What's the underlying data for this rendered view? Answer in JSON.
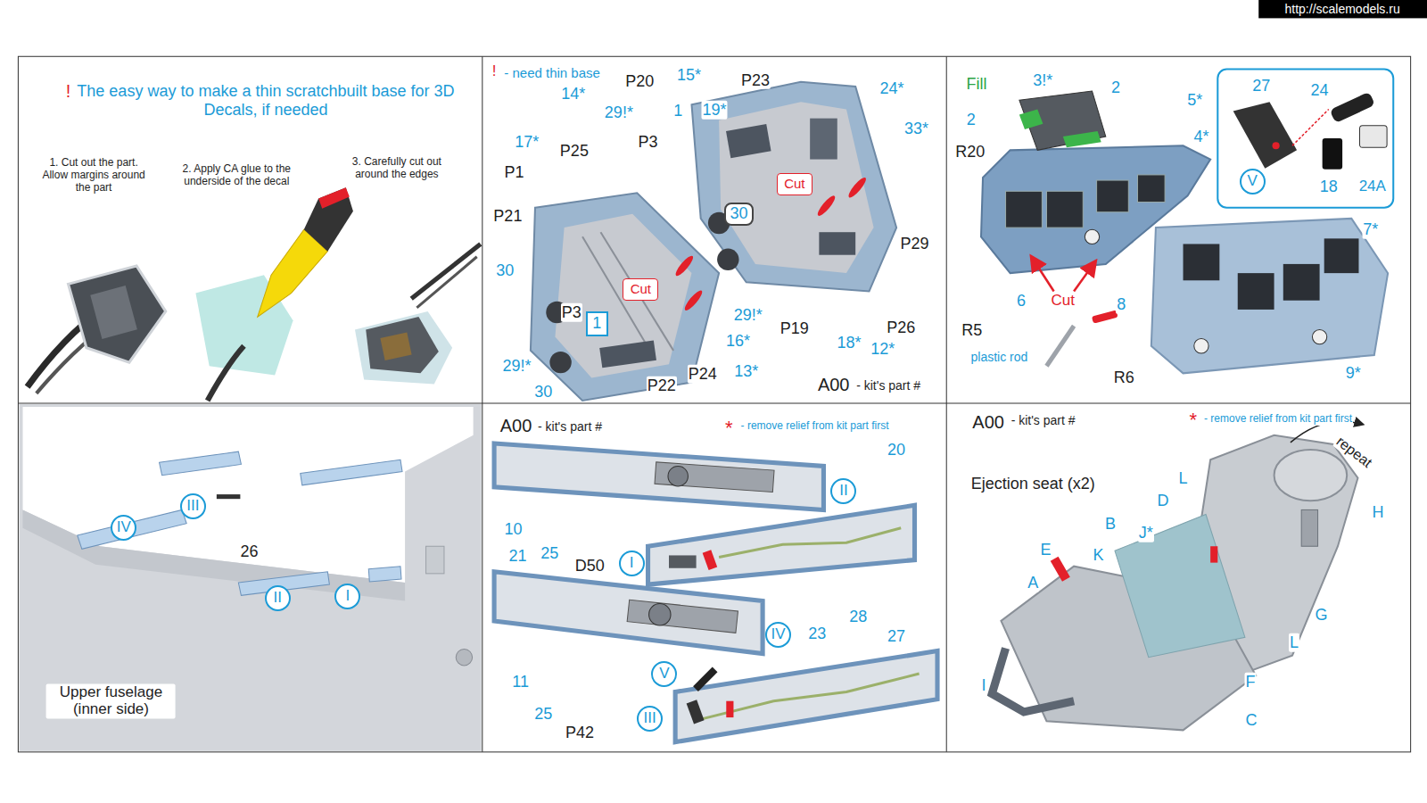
{
  "diagram": {
    "nodes": [
      {
        "text": [
          "Cut"
        ]
      },
      {
        "text": [
          "30"
        ]
      },
      {
        "text": [
          "Cut"
        ]
      },
      {
        "text": [
          "1"
        ]
      },
      {
        "text": [
          "V"
        ]
      },
      {
        "text": [
          "III"
        ]
      },
      {
        "text": [
          "IV"
        ]
      },
      {
        "text": [
          "II"
        ]
      },
      {
        "text": [
          "I"
        ]
      },
      {
        "text": [
          "II"
        ]
      },
      {
        "text": [
          "I"
        ]
      },
      {
        "text": [
          "IV"
        ]
      },
      {
        "text": [
          "V"
        ]
      },
      {
        "text": [
          "III"
        ]
      }
    ],
    "labels": [
      "http://scalemodels.ru",
      "!",
      "The easy way to make a thin scratchbuilt base for 3D Decals, if needed",
      "1. Cut out the part. Allow margins around the part",
      "2. Apply CA glue to the underside of the decal",
      "3. Carefully cut out around the edges",
      "!",
      "- need thin base",
      "14*",
      "15*",
      "P20",
      "P23",
      "24*",
      "29!*",
      "1",
      "19*",
      "P3",
      "17*",
      "P25",
      "33*",
      "P1",
      "P21",
      "P29",
      "30",
      "P3",
      "29!*",
      "P19",
      "P26",
      "16*",
      "18*",
      "12*",
      "29!*",
      "13*",
      "P24",
      "P22",
      "30",
      "A00",
      "- kit's part #",
      "Fill",
      "3!*",
      "2",
      "2",
      "5*",
      "4*",
      "R20",
      "27",
      "24",
      "18",
      "24A",
      "7*",
      "6",
      "Cut",
      "8",
      "R5",
      "plastic rod",
      "9*",
      "R6",
      "26",
      "Upper fuselage (inner side)",
      "A00",
      "- kit's part #",
      "*",
      "- remove relief from kit part first",
      "20",
      "10",
      "25",
      "D50",
      "21",
      "28",
      "23",
      "27",
      "11",
      "25",
      "P42",
      "A00",
      "- kit's part #",
      "*",
      "- remove relief from kit part first",
      "repeat",
      "Ejection seat (x2)",
      "L",
      "D",
      "H",
      "B",
      "J*",
      "E",
      "K",
      "A",
      "G",
      "L",
      "I",
      "F",
      "C"
    ]
  }
}
